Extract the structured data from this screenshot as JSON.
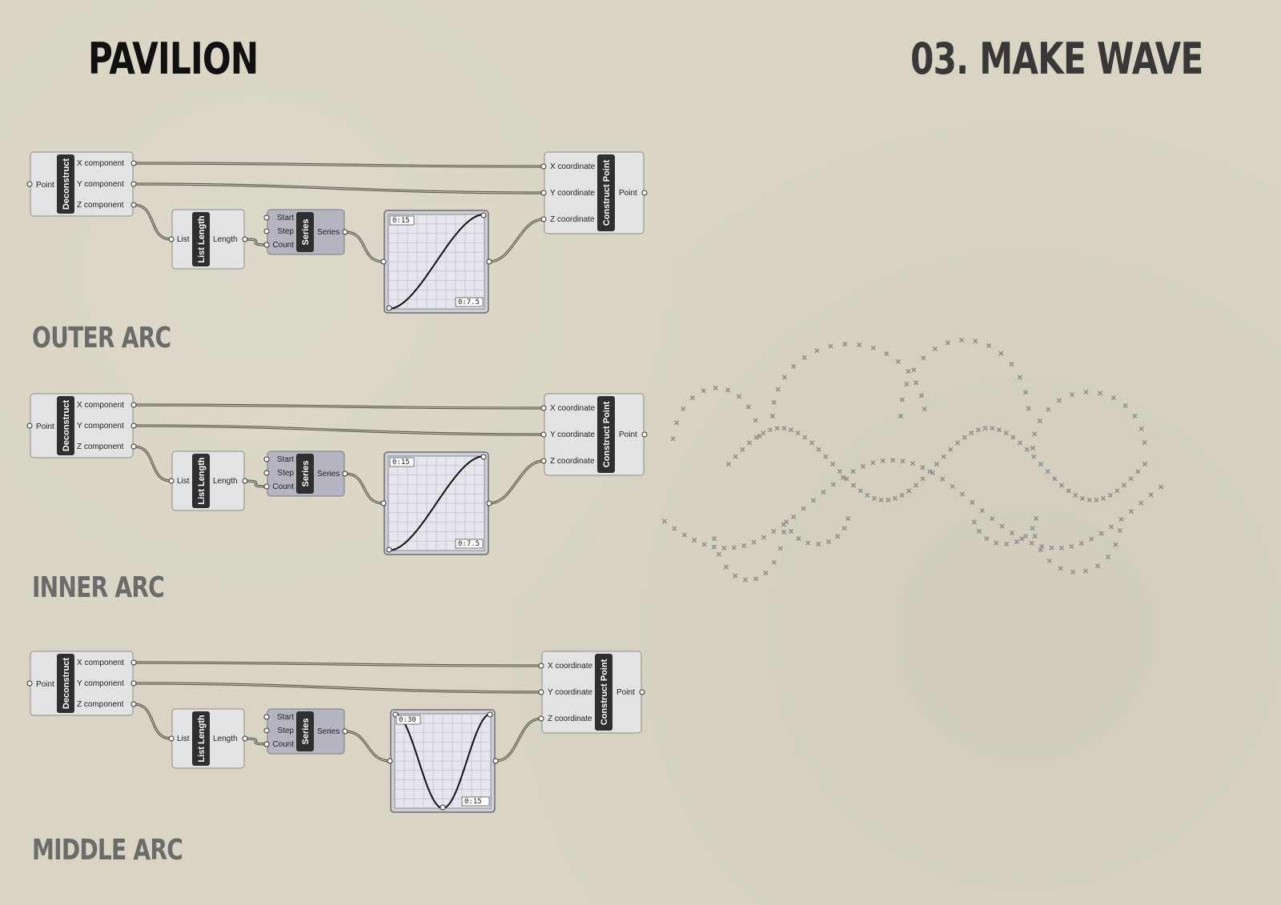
{
  "header": {
    "title": "PAVILION",
    "step_title": "03. MAKE WAVE"
  },
  "sections": [
    {
      "label": "OUTER ARC",
      "graph": {
        "top_label": "0:15",
        "bottom_label": "0:7.5",
        "shape": "s-curve"
      }
    },
    {
      "label": "INNER ARC",
      "graph": {
        "top_label": "0:15",
        "bottom_label": "0:7.5",
        "shape": "s-curve"
      }
    },
    {
      "label": "MIDDLE ARC",
      "graph": {
        "top_label": "0:30",
        "bottom_label": "0:15",
        "shape": "cosine"
      }
    }
  ],
  "components": {
    "deconstruct": {
      "name": "Deconstruct",
      "input": "Point",
      "outputs": [
        "X component",
        "Y component",
        "Z component"
      ]
    },
    "list_length": {
      "name": "List Length",
      "input": "List",
      "output": "Length"
    },
    "series": {
      "name": "Series",
      "inputs": [
        "Start",
        "Step",
        "Count"
      ],
      "output": "Series"
    },
    "construct_point": {
      "name": "Construct Point",
      "inputs": [
        "X coordinate",
        "Y coordinate",
        "Z coordinate"
      ],
      "output": "Point"
    }
  },
  "colors": {
    "background": "#d9d4c3",
    "wire": "#5c5a54",
    "tab": "#2f2f2f",
    "points": "#8f8f8f"
  }
}
